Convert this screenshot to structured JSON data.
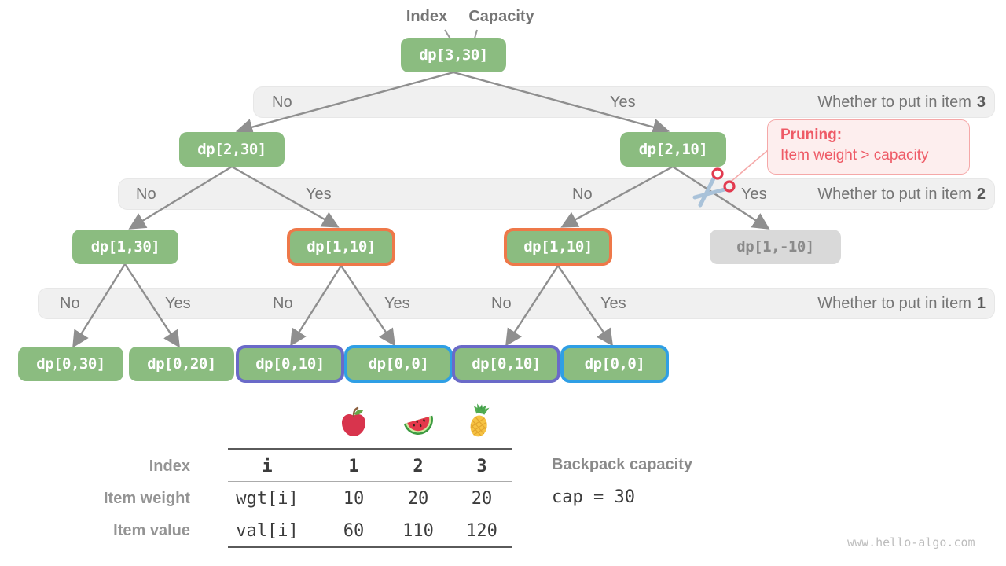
{
  "header": {
    "index_label": "Index",
    "capacity_label": "Capacity"
  },
  "tree": {
    "root": "dp[3,30]",
    "level1": [
      "dp[2,30]",
      "dp[2,10]"
    ],
    "level2": [
      "dp[1,30]",
      "dp[1,10]",
      "dp[1,10]",
      "dp[1,-10]"
    ],
    "level3": [
      "dp[0,30]",
      "dp[0,20]",
      "dp[0,10]",
      "dp[0,0]",
      "dp[0,10]",
      "dp[0,0]"
    ]
  },
  "bands": [
    {
      "text": "Whether to put in item",
      "item": "3",
      "choices": [
        "No",
        "Yes"
      ]
    },
    {
      "text": "Whether to put in item",
      "item": "2",
      "choices": [
        "No",
        "Yes",
        "No",
        "Yes"
      ]
    },
    {
      "text": "Whether to put in item",
      "item": "1",
      "choices": [
        "No",
        "Yes",
        "No",
        "Yes",
        "No",
        "Yes"
      ]
    }
  ],
  "pruning": {
    "title": "Pruning",
    "colon": ":",
    "detail": "Item weight > capacity"
  },
  "icons": {
    "scissors": "scissors-icon",
    "fruits": [
      "apple-icon",
      "watermelon-icon",
      "pineapple-icon"
    ]
  },
  "items_table": {
    "row_labels": [
      "Index",
      "Item weight",
      "Item value"
    ],
    "header_row": [
      "i",
      "1",
      "2",
      "3"
    ],
    "rows": [
      {
        "label": "wgt[i]",
        "values": [
          "10",
          "20",
          "20"
        ]
      },
      {
        "label": "val[i]",
        "values": [
          "60",
          "110",
          "120"
        ]
      }
    ]
  },
  "capacity_info": {
    "title": "Backpack capacity",
    "code": "cap = 30"
  },
  "watermark": "www.hello-algo.com",
  "colors": {
    "node_green": "#8bbc80",
    "node_gray": "#d9d9d9",
    "border_orange": "#ee7849",
    "border_purple": "#6a6ac8",
    "border_blue": "#2f9fe5",
    "band_bg": "#f0f0f0",
    "arrow_gray": "#8f8f8f",
    "pruning_red": "#ee5a66",
    "pruning_bg": "#fdeeee",
    "pruning_border": "#f5a8a8"
  }
}
